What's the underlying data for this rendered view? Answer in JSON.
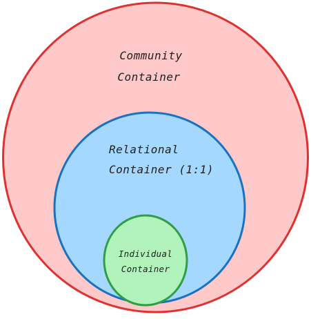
{
  "diagram": {
    "community": {
      "line1": "Community",
      "line2": "Container",
      "fill": "#ffc9c9",
      "stroke": "#e03131"
    },
    "relational": {
      "line1": "Relational",
      "line2": "Container (1:1)",
      "fill": "#a5d8ff",
      "stroke": "#1971c2"
    },
    "individual": {
      "line1": "Individual",
      "line2": "Container",
      "fill": "#b2f2bb",
      "stroke": "#2f9e44"
    }
  }
}
